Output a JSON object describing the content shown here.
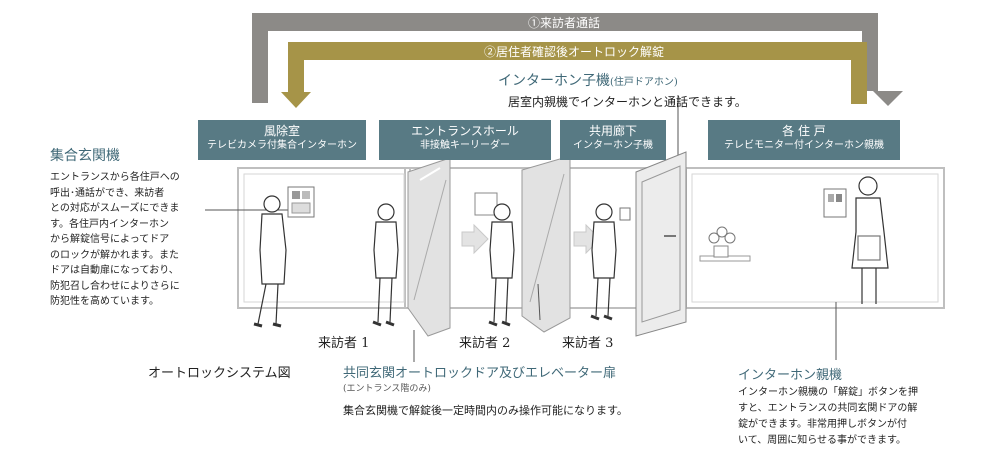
{
  "arrows": {
    "outer": {
      "label": "①来訪者通話",
      "color": "#8c8a87"
    },
    "inner": {
      "label": "②居住者確認後オートロック解錠",
      "color": "#a69448"
    }
  },
  "intercom_handset": {
    "title": "インターホン子機",
    "title_note": "(住戸ドアホン)",
    "desc": "居室内親機でインターホンと通話できます。"
  },
  "zones": [
    {
      "title": "風除室",
      "subtitle": "テレビカメラ付集合インターホン"
    },
    {
      "title": "エントランスホール",
      "subtitle": "非接触キーリーダー"
    },
    {
      "title": "共用廊下",
      "subtitle": "インターホン子機"
    },
    {
      "title": "各 住 戸",
      "subtitle": "テレビモニター付インターホン親機"
    }
  ],
  "left_panel": {
    "title": "集合玄関機",
    "body": [
      "エントランスから各住戸への",
      "呼出･通話ができ、来訪者",
      "との対応がスムーズにできま",
      "す。各住戸内インターホン",
      "から解錠信号によってドア",
      "のロックが解かれます。また",
      "ドアは自動扉になっており、",
      "防犯召し合わせによりさらに",
      "防犯性を高めています。"
    ]
  },
  "visitors": [
    "来訪者 1",
    "来訪者 2",
    "来訪者 3"
  ],
  "system_label": "オートロックシステム図",
  "door_caption": {
    "title": "共同玄関オートロックドア及びエレベーター扉",
    "note": "(エントランス階のみ)",
    "desc": "集合玄関機で解錠後一定時間内のみ操作可能になります。"
  },
  "intercom_master": {
    "title": "インターホン親機",
    "body": [
      "インターホン親機の「解錠」ボタンを押",
      "すと、エントランスの共同玄関ドアの解",
      "錠ができます。非常用押しボタンが付",
      "いて、周囲に知らせる事ができます。"
    ]
  },
  "colors": {
    "zone_header": "#587a84",
    "accent_text": "#3f6877",
    "room_fill": "#f2f2f2"
  }
}
